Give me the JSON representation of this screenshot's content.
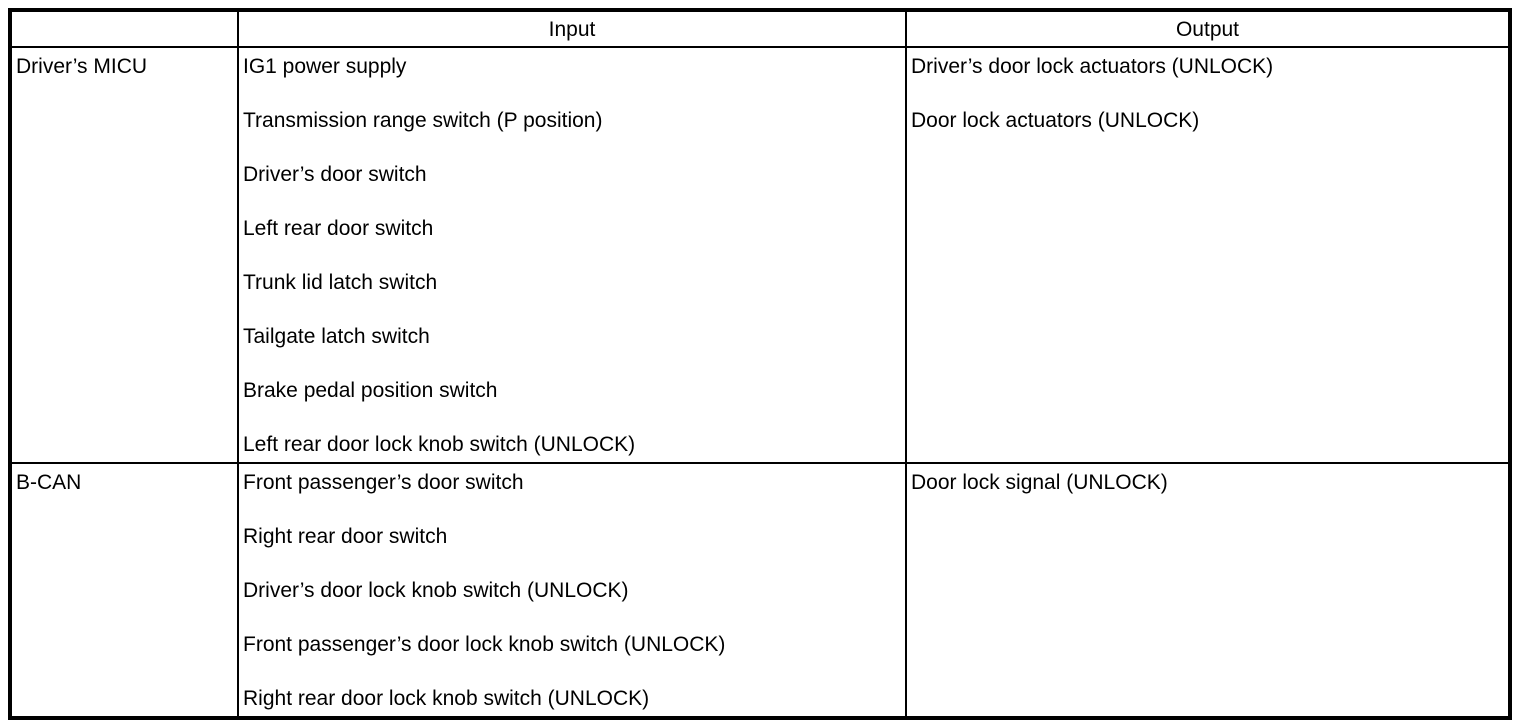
{
  "colors": {
    "border": "#000000",
    "text": "#000000",
    "background": "#ffffff"
  },
  "table": {
    "headers": {
      "corner": "",
      "input": "Input",
      "output": "Output"
    },
    "rows": [
      {
        "source": "Driver’s MICU",
        "inputs": [
          "IG1 power supply",
          "Transmission range switch (P position)",
          "Driver’s door switch",
          "Left rear door switch",
          "Trunk lid latch switch",
          "Tailgate latch switch",
          "Brake pedal position switch",
          "Left rear door lock knob switch (UNLOCK)"
        ],
        "outputs": [
          "Driver’s door lock actuators (UNLOCK)",
          "Door lock actuators (UNLOCK)"
        ]
      },
      {
        "source": "B-CAN",
        "inputs": [
          "Front passenger’s door switch",
          "Right rear door switch",
          "Driver’s door lock knob switch (UNLOCK)",
          "Front passenger’s door lock knob switch (UNLOCK)",
          "Right rear door lock knob switch (UNLOCK)"
        ],
        "outputs": [
          "Door lock signal (UNLOCK)"
        ]
      }
    ]
  }
}
